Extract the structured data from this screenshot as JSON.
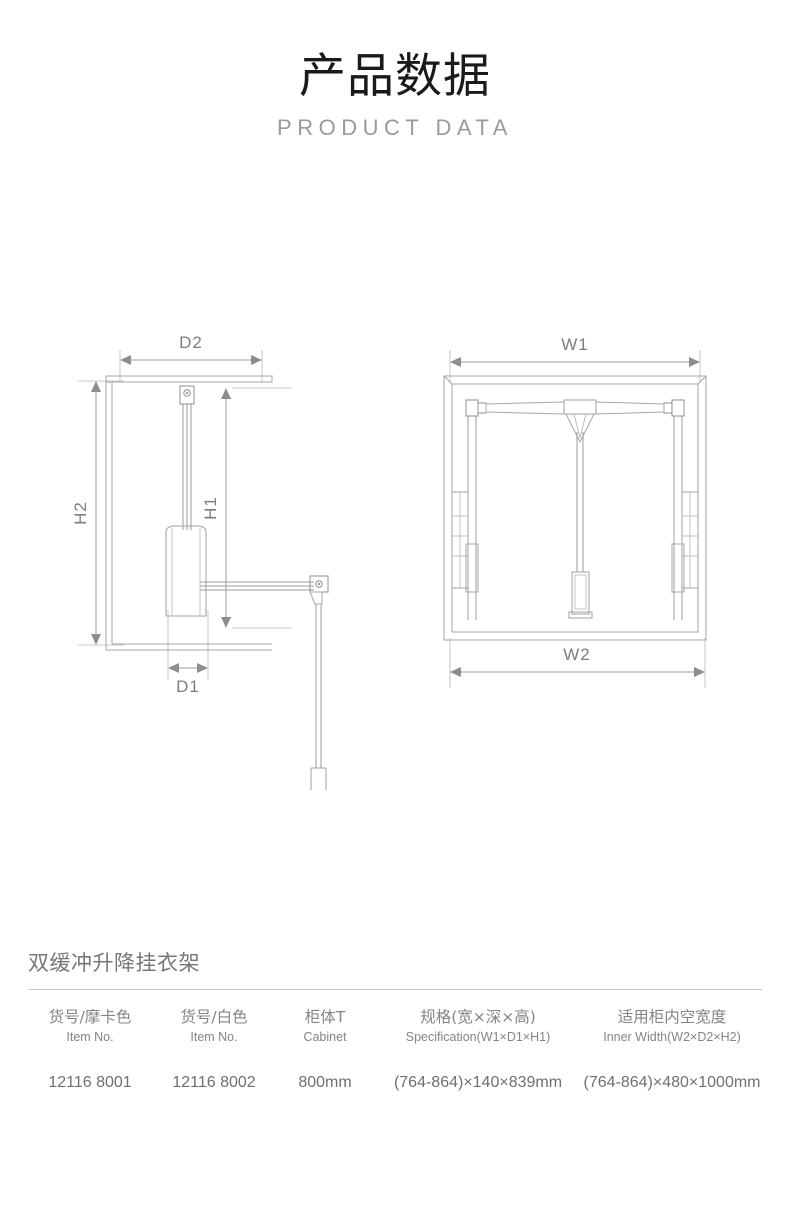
{
  "header": {
    "title_cn": "产品数据",
    "title_en": "PRODUCT DATA"
  },
  "drawings": {
    "side_view": {
      "name": "side-view-drawing",
      "dimensions": {
        "d2": "D2",
        "d1": "D1",
        "h2": "H2",
        "h1": "H1"
      }
    },
    "front_view": {
      "name": "front-view-drawing",
      "dimensions": {
        "w1": "W1",
        "w2": "W2"
      }
    }
  },
  "spec": {
    "product_name": "双缓冲升降挂衣架",
    "columns": [
      {
        "cn": "货号/摩卡色",
        "en": "Item No."
      },
      {
        "cn": "货号/白色",
        "en": "Item No."
      },
      {
        "cn": "柜体T",
        "en": "Cabinet"
      },
      {
        "cn": "规格(宽×深×高)",
        "en": "Specification(W1×D1×H1)"
      },
      {
        "cn": "适用柜内空宽度",
        "en": "Inner Width(W2×D2×H2)"
      }
    ],
    "rows": [
      [
        "12116 8001",
        "12116 8002",
        "800mm",
        "(764-864)×140×839mm",
        "(764-864)×480×1000mm"
      ]
    ]
  },
  "colors": {
    "title": "#1a1a1a",
    "subtitle": "#9a9a9a",
    "text": "#7a7a7f",
    "line": "#9b9b9b",
    "divider": "#c9c9c9"
  }
}
